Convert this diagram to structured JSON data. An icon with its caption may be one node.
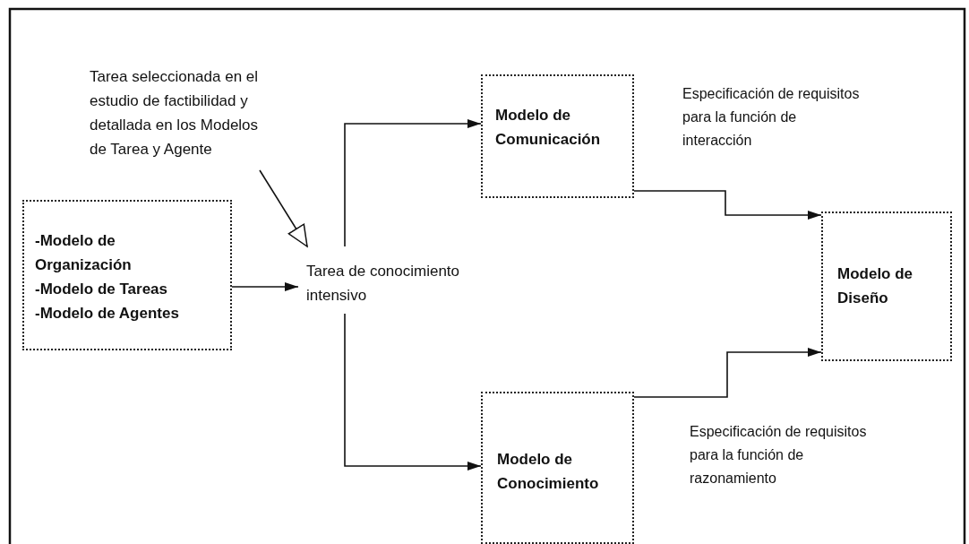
{
  "diagram": {
    "nodes": [
      {
        "text": [
          "-Modelo de Organización",
          "-Modelo de Tareas",
          "-Modelo de Agentes"
        ]
      },
      {
        "text": [
          "Tarea de conocimiento intensivo"
        ]
      },
      {
        "text": [
          "Tarea seleccionada en el estudio de factibilidad y detallada en los Modelos de Tarea y Agente"
        ]
      },
      {
        "text": [
          "Modelo de Comunicación"
        ]
      },
      {
        "text": [
          "Modelo de Conocimiento"
        ]
      },
      {
        "text": [
          "Modelo de Diseño"
        ]
      }
    ],
    "edges": [
      {
        "from": 0,
        "to": 1,
        "arrow": "to"
      },
      {
        "from": 2,
        "to": 1,
        "arrow": "to"
      },
      {
        "from": 1,
        "to": 3,
        "arrow": "to"
      },
      {
        "from": 1,
        "to": 4,
        "arrow": "to"
      },
      {
        "from": 3,
        "to": 5,
        "arrow": "to"
      },
      {
        "from": 4,
        "to": 5,
        "arrow": "to"
      }
    ],
    "labels": [
      "Especificación de requisitos para la función de interacción",
      "Especificación de requisitos para la función de razonamiento"
    ]
  }
}
